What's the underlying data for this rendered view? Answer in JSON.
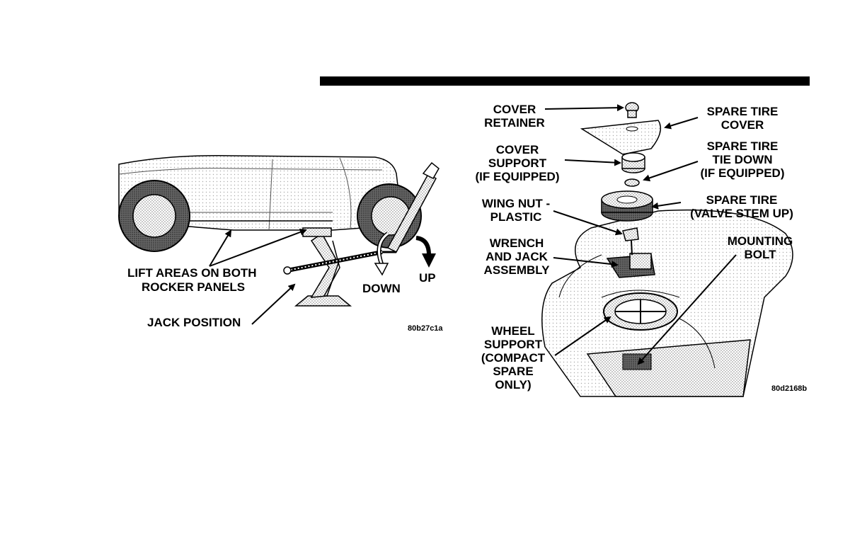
{
  "left_figure": {
    "labels": {
      "lift_areas_line1": "LIFT AREAS ON BOTH",
      "lift_areas_line2": "ROCKER PANELS",
      "jack_position": "JACK POSITION",
      "down": "DOWN",
      "up": "UP"
    },
    "figure_code": "80b27c1a"
  },
  "right_figure": {
    "labels": {
      "cover_retainer_1": "COVER",
      "cover_retainer_2": "RETAINER",
      "cover_support_1": "COVER",
      "cover_support_2": "SUPPORT",
      "cover_support_3": "(IF EQUIPPED)",
      "wing_nut_1": "WING NUT -",
      "wing_nut_2": "PLASTIC",
      "wrench_jack_1": "WRENCH",
      "wrench_jack_2": "AND JACK",
      "wrench_jack_3": "ASSEMBLY",
      "wheel_support_1": "WHEEL",
      "wheel_support_2": "SUPPORT",
      "wheel_support_3": "(COMPACT",
      "wheel_support_4": "SPARE",
      "wheel_support_5": "ONLY)",
      "spare_cover_1": "SPARE TIRE",
      "spare_cover_2": "COVER",
      "tie_down_1": "SPARE TIRE",
      "tie_down_2": "TIE DOWN",
      "tie_down_3": "(IF EQUIPPED)",
      "spare_tire_1": "SPARE TIRE",
      "spare_tire_2": "(VALVE STEM UP)",
      "mounting_bolt_1": "MOUNTING",
      "mounting_bolt_2": "BOLT"
    },
    "figure_code": "80d2168b"
  }
}
